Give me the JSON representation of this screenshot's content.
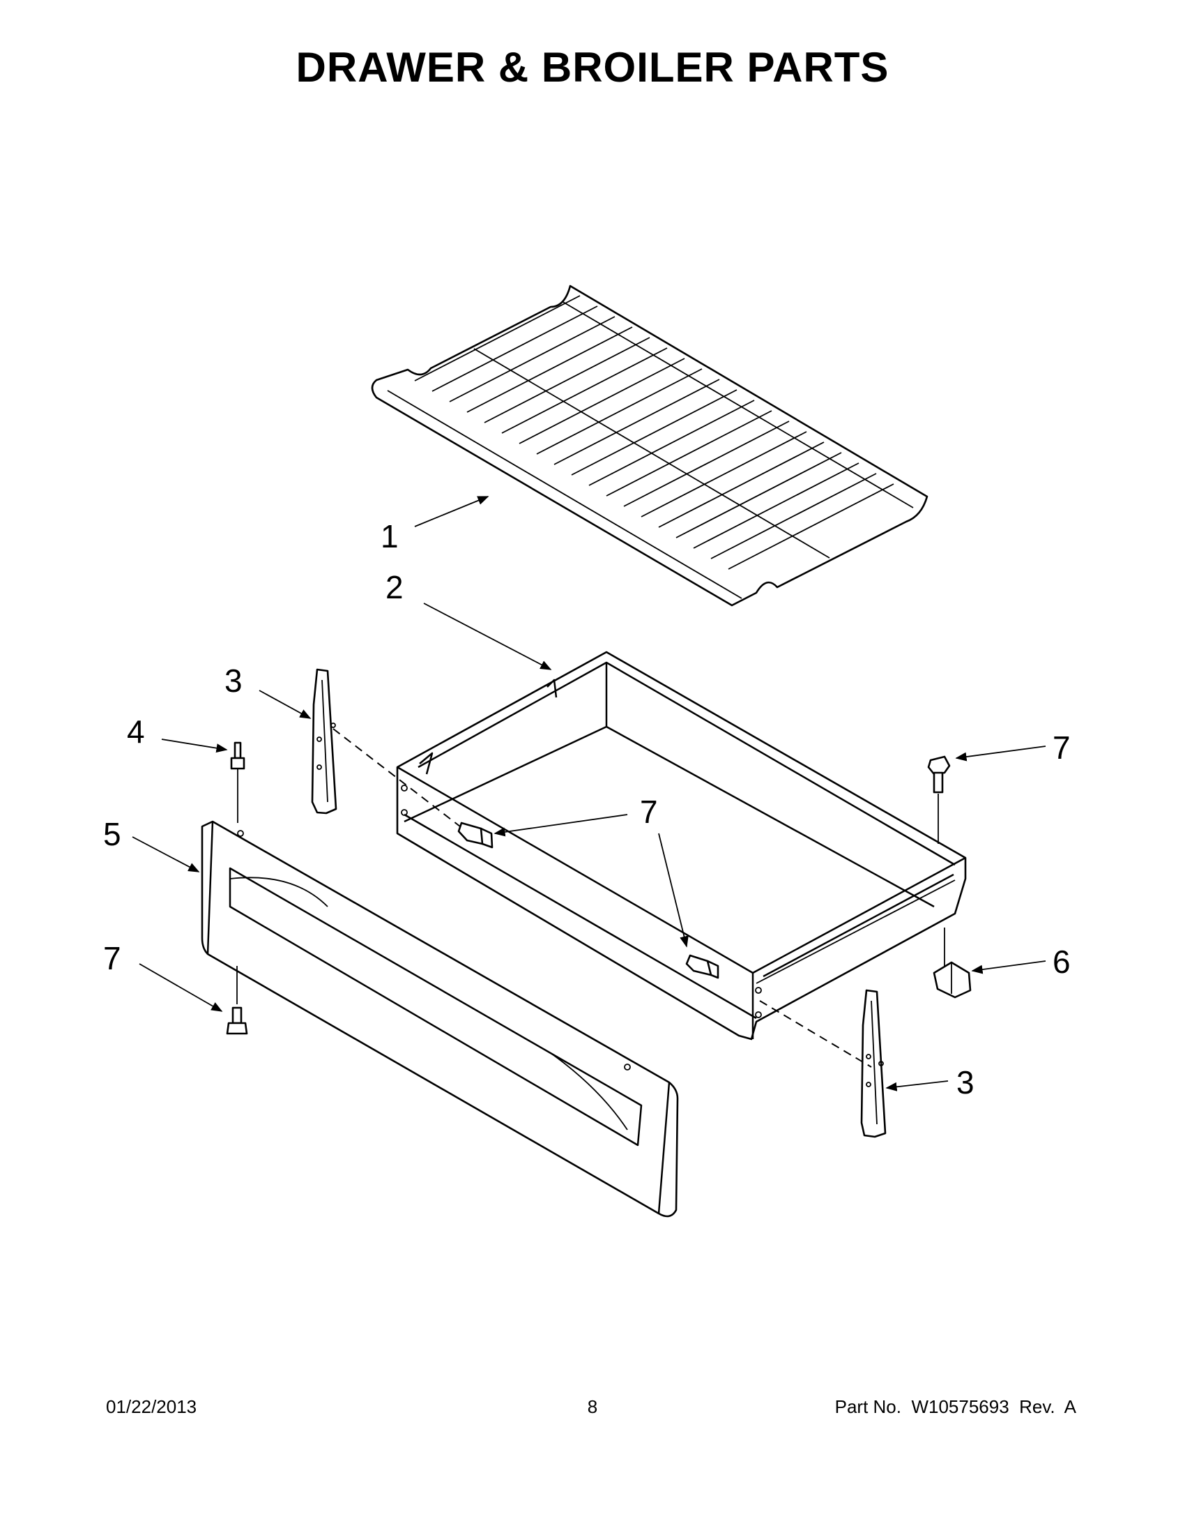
{
  "page": {
    "title": "DRAWER & BROILER PARTS",
    "footer": {
      "date": "01/22/2013",
      "page_number": "8",
      "part_number": "Part No.  W10575693  Rev.  A"
    }
  },
  "callouts": {
    "c1": "1",
    "c2": "2",
    "c3a": "3",
    "c3b": "3",
    "c4": "4",
    "c5": "5",
    "c6": "6",
    "c7a": "7",
    "c7b": "7",
    "c7c": "7"
  }
}
